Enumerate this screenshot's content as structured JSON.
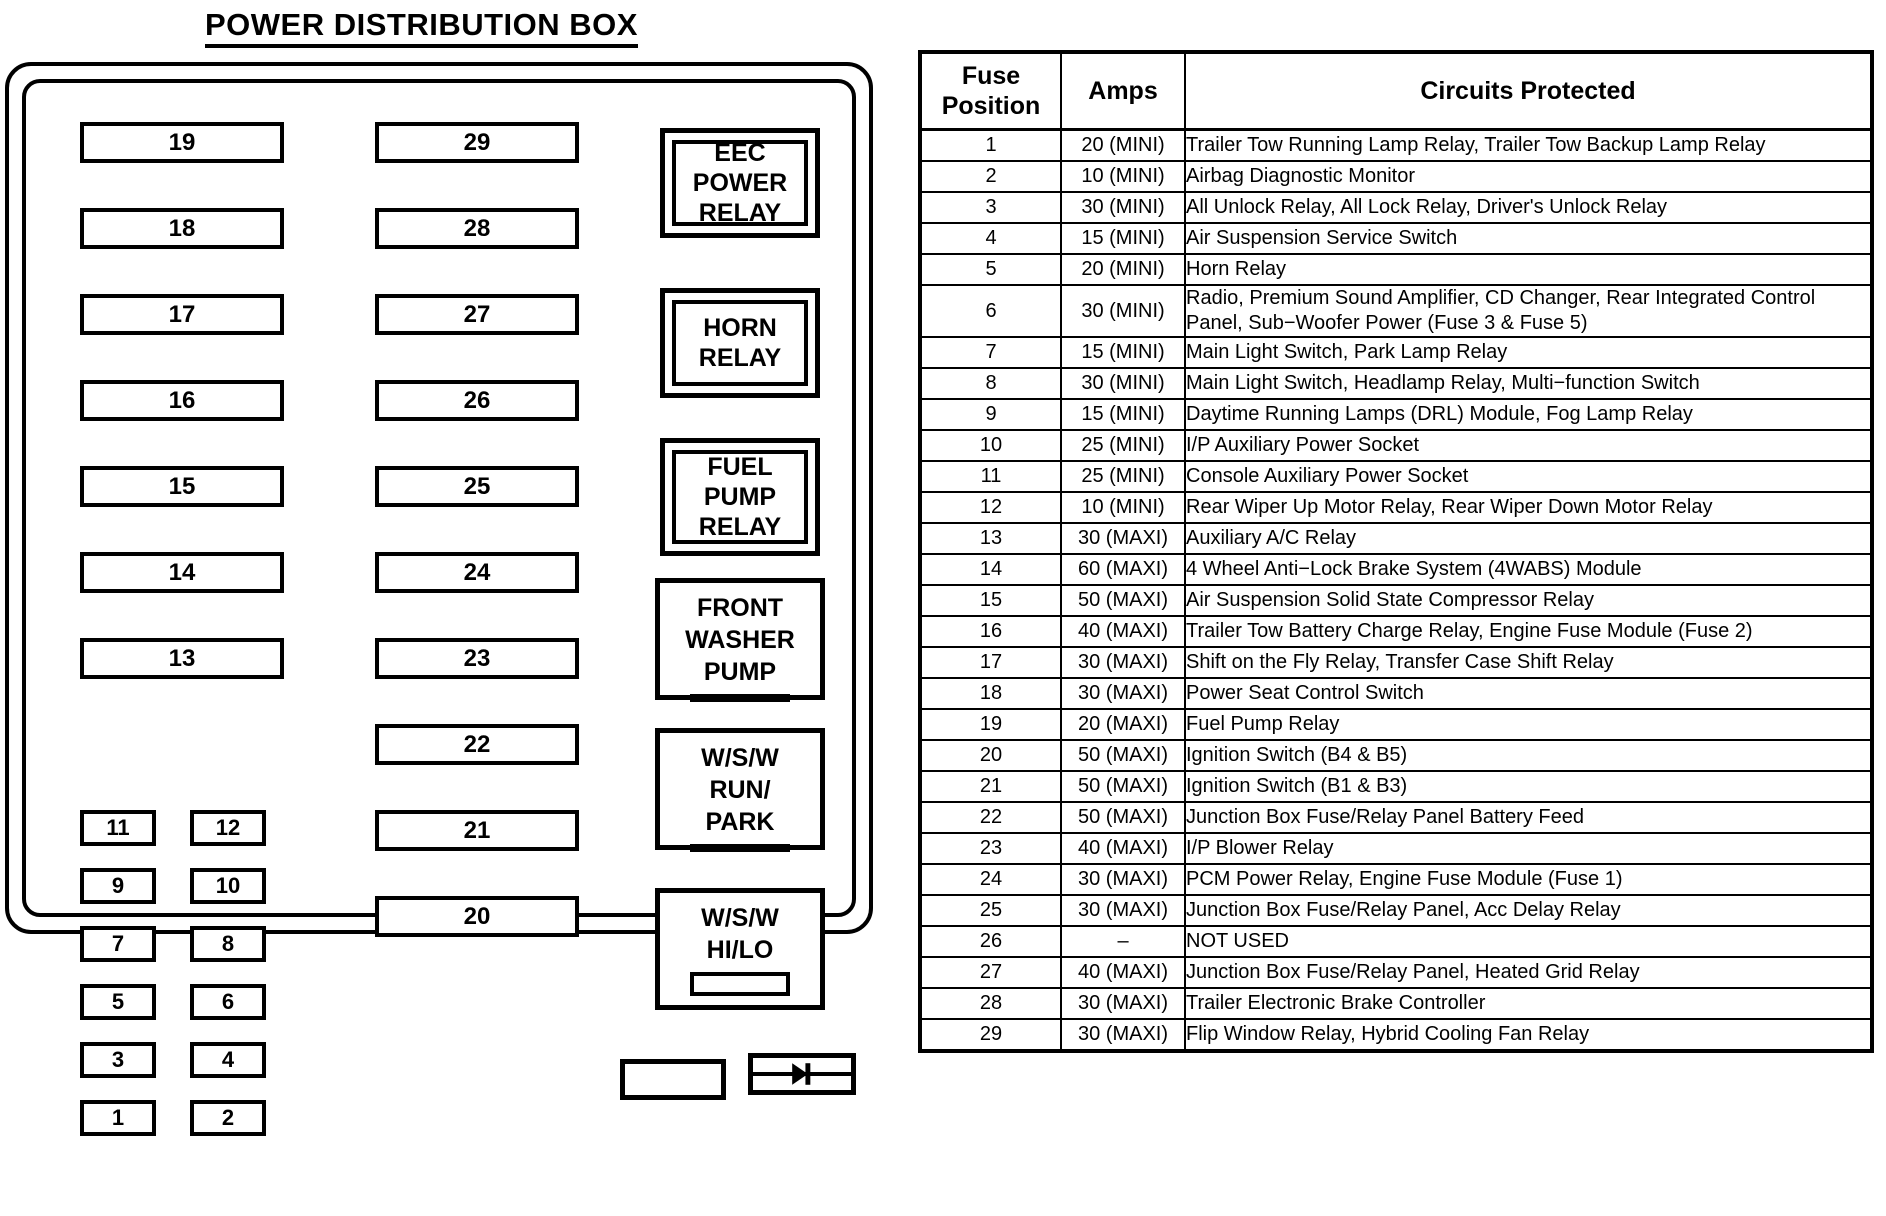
{
  "diagram": {
    "title": "POWER DISTRIBUTION BOX",
    "maxi_fuses_left": [
      "19",
      "18",
      "17",
      "16",
      "15",
      "14",
      "13"
    ],
    "maxi_fuses_right": [
      "29",
      "28",
      "27",
      "26",
      "25",
      "24",
      "23",
      "22",
      "21",
      "20"
    ],
    "mini_fuses": [
      [
        "11",
        "12"
      ],
      [
        "9",
        "10"
      ],
      [
        "7",
        "8"
      ],
      [
        "5",
        "6"
      ],
      [
        "3",
        "4"
      ],
      [
        "1",
        "2"
      ]
    ],
    "relays": [
      {
        "name": "eec-power-relay",
        "lines": [
          "EEC",
          "POWER",
          "RELAY"
        ],
        "style": "double"
      },
      {
        "name": "horn-relay",
        "lines": [
          "HORN",
          "RELAY"
        ],
        "style": "double"
      },
      {
        "name": "fuel-pump-relay",
        "lines": [
          "FUEL",
          "PUMP",
          "RELAY"
        ],
        "style": "double"
      },
      {
        "name": "front-washer-pump",
        "lines": [
          "FRONT",
          "WASHER",
          "PUMP"
        ],
        "style": "single"
      },
      {
        "name": "wsw-run-park",
        "lines": [
          "W/S/W",
          "RUN/",
          "PARK"
        ],
        "style": "single"
      },
      {
        "name": "wsw-hi-lo",
        "lines": [
          "W/S/W",
          "HI/LO"
        ],
        "style": "single"
      }
    ]
  },
  "table": {
    "headers": {
      "position_line1": "Fuse",
      "position_line2": "Position",
      "amps": "Amps",
      "circuits": "Circuits Protected"
    },
    "rows": [
      {
        "pos": "1",
        "amps": "20 (MINI)",
        "circuits": "Trailer Tow Running Lamp Relay, Trailer Tow Backup Lamp Relay"
      },
      {
        "pos": "2",
        "amps": "10 (MINI)",
        "circuits": "Airbag Diagnostic Monitor"
      },
      {
        "pos": "3",
        "amps": "30 (MINI)",
        "circuits": "All Unlock Relay, All  Lock Relay, Driver's  Unlock Relay"
      },
      {
        "pos": "4",
        "amps": "15 (MINI)",
        "circuits": "Air Suspension Service Switch"
      },
      {
        "pos": "5",
        "amps": "20 (MINI)",
        "circuits": "Horn Relay"
      },
      {
        "pos": "6",
        "amps": "30 (MINI)",
        "circuits": "Radio, Premium Sound Amplifier, CD Changer, Rear Integrated Control Panel, Sub−Woofer Power (Fuse 3 & Fuse 5)",
        "tall": true
      },
      {
        "pos": "7",
        "amps": "15 (MINI)",
        "circuits": "Main Light Switch, Park Lamp Relay"
      },
      {
        "pos": "8",
        "amps": "30 (MINI)",
        "circuits": "Main Light Switch, Headlamp Relay, Multi−function Switch"
      },
      {
        "pos": "9",
        "amps": "15 (MINI)",
        "circuits": "Daytime Running Lamps (DRL) Module, Fog Lamp Relay"
      },
      {
        "pos": "10",
        "amps": "25 (MINI)",
        "circuits": "I/P Auxiliary Power Socket"
      },
      {
        "pos": "11",
        "amps": "25 (MINI)",
        "circuits": "Console  Auxiliary Power Socket"
      },
      {
        "pos": "12",
        "amps": "10 (MINI)",
        "circuits": "Rear Wiper Up Motor Relay,  Rear Wiper Down Motor Relay"
      },
      {
        "pos": "13",
        "amps": "30 (MAXI)",
        "circuits": "Auxiliary  A/C Relay"
      },
      {
        "pos": "14",
        "amps": "60 (MAXI)",
        "circuits": "4 Wheel Anti−Lock Brake System (4WABS) Module"
      },
      {
        "pos": "15",
        "amps": "50 (MAXI)",
        "circuits": "Air Suspension Solid State Compressor Relay"
      },
      {
        "pos": "16",
        "amps": "40 (MAXI)",
        "circuits": "Trailer Tow Battery Charge Relay, Engine Fuse Module (Fuse 2)"
      },
      {
        "pos": "17",
        "amps": "30 (MAXI)",
        "circuits": "Shift on the Fly Relay, Transfer Case Shift Relay"
      },
      {
        "pos": "18",
        "amps": "30 (MAXI)",
        "circuits": "Power Seat Control Switch"
      },
      {
        "pos": "19",
        "amps": "20 (MAXI)",
        "circuits": "Fuel Pump Relay"
      },
      {
        "pos": "20",
        "amps": "50 (MAXI)",
        "circuits": "Ignition Switch (B4 & B5)"
      },
      {
        "pos": "21",
        "amps": "50 (MAXI)",
        "circuits": "Ignition Switch (B1 & B3)"
      },
      {
        "pos": "22",
        "amps": "50 (MAXI)",
        "circuits": "Junction Box Fuse/Relay Panel Battery Feed"
      },
      {
        "pos": "23",
        "amps": "40 (MAXI)",
        "circuits": "I/P Blower Relay"
      },
      {
        "pos": "24",
        "amps": "30 (MAXI)",
        "circuits": "PCM Power Relay, Engine Fuse Module (Fuse 1)"
      },
      {
        "pos": "25",
        "amps": "30 (MAXI)",
        "circuits": "Junction Box Fuse/Relay Panel, Acc Delay Relay"
      },
      {
        "pos": "26",
        "amps": "–",
        "circuits": "NOT USED"
      },
      {
        "pos": "27",
        "amps": "40 (MAXI)",
        "circuits": "Junction Box Fuse/Relay Panel, Heated Grid Relay"
      },
      {
        "pos": "28",
        "amps": "30 (MAXI)",
        "circuits": "Trailer Electronic Brake Controller"
      },
      {
        "pos": "29",
        "amps": "30 (MAXI)",
        "circuits": "Flip Window Relay, Hybrid Cooling Fan Relay"
      }
    ]
  },
  "icons": {
    "diode": "diode-symbol"
  }
}
